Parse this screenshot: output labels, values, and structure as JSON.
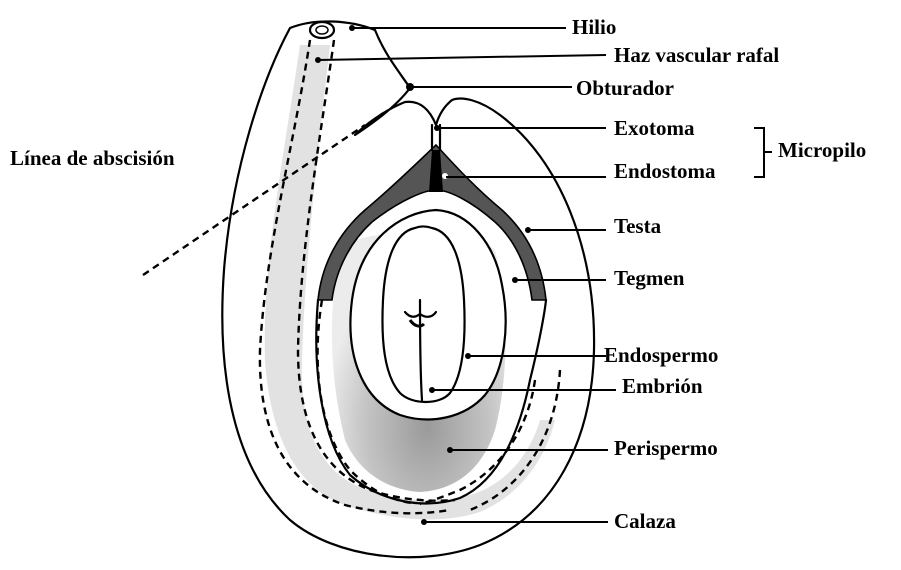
{
  "labels": {
    "hilio": "Hilio",
    "haz_vascular_rafal": "Haz vascular rafal",
    "obturador": "Obturador",
    "exotoma": "Exotoma",
    "endostoma": "Endostoma",
    "micropilo": "Micropilo",
    "testa": "Testa",
    "tegmen": "Tegmen",
    "endospermo": "Endospermo",
    "embrion": "Embrión",
    "perispermo": "Perispermo",
    "calaza": "Calaza",
    "linea_abscision": "Línea de abscisión"
  },
  "colors": {
    "line": "#000000",
    "tegmen_dark": "#555555",
    "perispermo_grey": "#b8b8b8",
    "raphe_light": "#e2e2e2"
  }
}
